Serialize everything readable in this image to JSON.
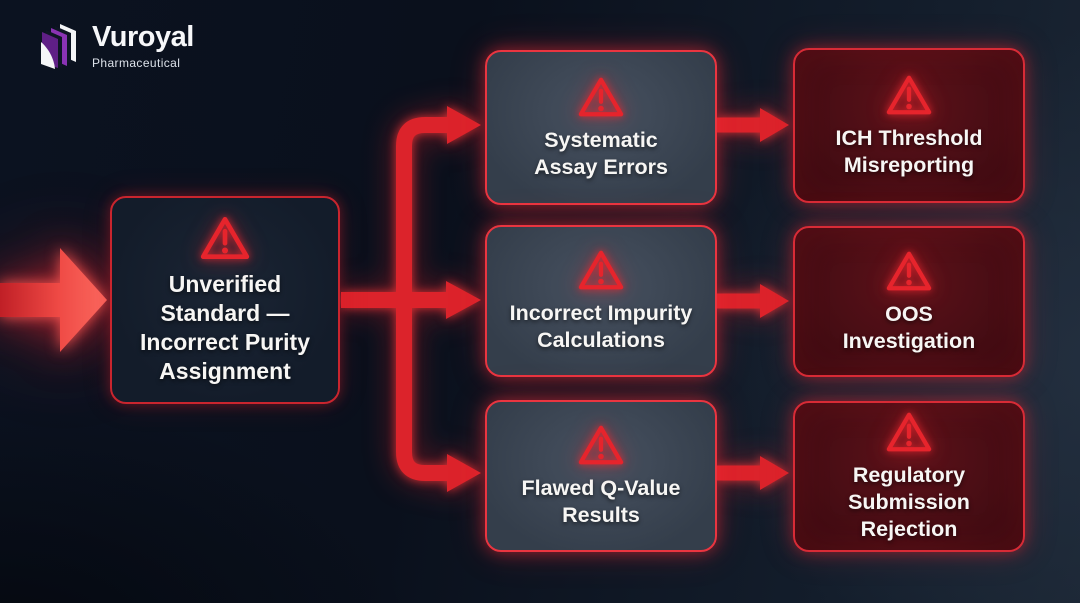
{
  "brand": {
    "name": "Vuroyal",
    "tagline": "Pharmaceutical"
  },
  "colors": {
    "background_dark": "#0a101c",
    "background_light_edge": "#1b2634",
    "arrow_red": "#dc232b",
    "arrow_entry_bright": "#f85b54",
    "box_border_red": "#e0303a",
    "dark_box_bg": "#141d2b",
    "slate_box_bg": "#3c4652",
    "red_box_bg": "#4a0d15",
    "warning_icon_red": "#e6242c",
    "logo_purple": "#7c2da2",
    "text": "#f7f6f4"
  },
  "flow": {
    "root": {
      "label": "Unverified\nStandard —\nIncorrect Purity\nAssignment"
    },
    "causes": [
      {
        "label": "Systematic\nAssay Errors"
      },
      {
        "label": "Incorrect Impurity\nCalculations"
      },
      {
        "label": "Flawed Q-Value\nResults"
      }
    ],
    "outcomes": [
      {
        "label": "ICH Threshold\nMisreporting"
      },
      {
        "label": "OOS\nInvestigation"
      },
      {
        "label": "Regulatory\nSubmission\nRejection"
      }
    ]
  }
}
